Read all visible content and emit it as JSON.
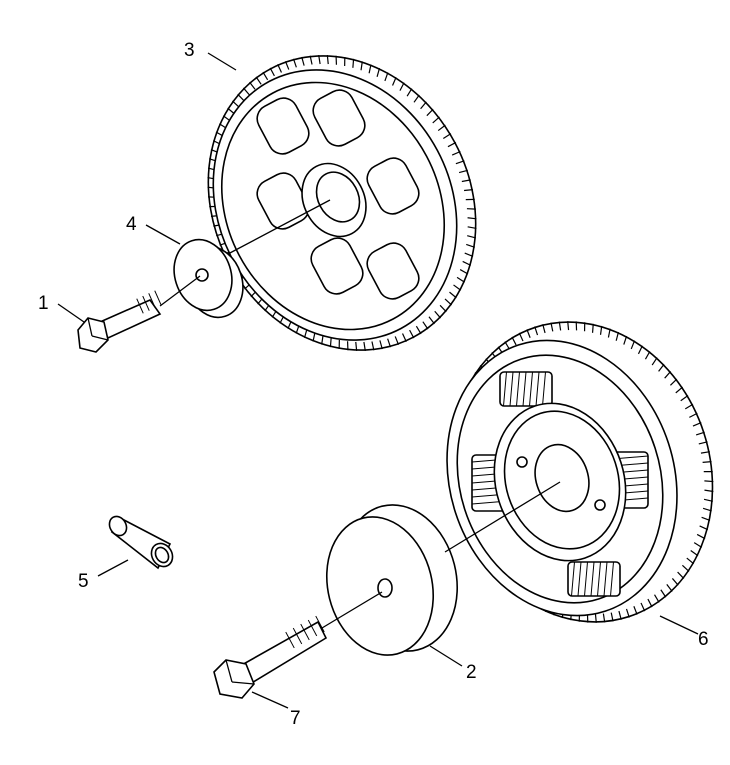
{
  "callouts": {
    "c1": "1",
    "c2": "2",
    "c3": "3",
    "c4": "4",
    "c5": "5",
    "c6": "6",
    "c7": "7"
  },
  "colors": {
    "line": "#000000",
    "fill": "#ffffff"
  }
}
